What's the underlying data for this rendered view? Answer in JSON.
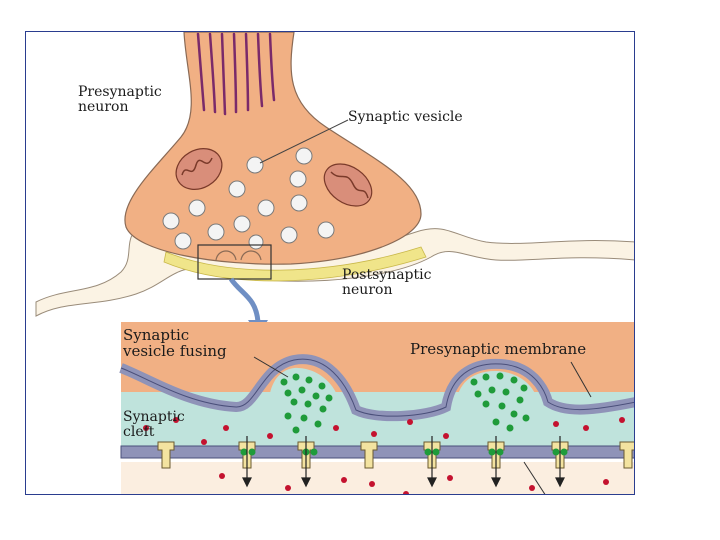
{
  "labels": {
    "presynaptic_neuron": "Presynaptic\nneuron",
    "synaptic_vesicle": "Synaptic vesicle",
    "postsynaptic_neuron": "Postsynaptic\nneuron",
    "vesicle_fusing": "Synaptic\nvesicle fusing",
    "presynaptic_membrane": "Presynaptic membrane",
    "synaptic_cleft": "Synaptic\ncleft"
  },
  "colors": {
    "frame_border": "#2a3d8f",
    "neuron_fill": "#f1b084",
    "membrane": "#8f93b8",
    "cleft": "#bfe3dc",
    "postsynaptic_zone": "#f0e58a",
    "neurotransmitter_green": "#1f9b3a",
    "neurotransmitter_red": "#c4122f",
    "mitochondria": "#b9614f",
    "arrow": "#6f8fc4"
  }
}
